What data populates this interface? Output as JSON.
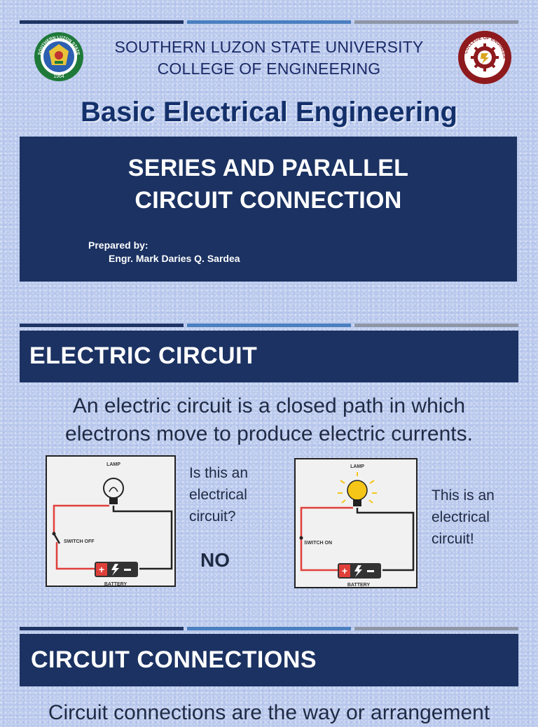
{
  "header": {
    "university": "SOUTHERN LUZON STATE UNIVERSITY",
    "college": "COLLEGE OF ENGINEERING",
    "course": "Basic Electrical Engineering",
    "left_logo_text": "SOUTHERN LUZON STATE UNIVERSITY",
    "left_logo_year": "1964",
    "right_logo_text": "COLLEGE OF ENGINEERING"
  },
  "title_slide": {
    "title_line1": "SERIES AND PARALLEL",
    "title_line2": "CIRCUIT CONNECTION",
    "prepared_by_label": "Prepared by:",
    "author": "Engr. Mark Daries Q. Sardea"
  },
  "slide2": {
    "heading": "ELECTRIC CIRCUIT",
    "body_line1": "An electric circuit is a closed path in which",
    "body_line2": "electrons move to produce electric currents.",
    "diagram_off": {
      "lamp": "LAMP",
      "switch": "SWITCH OFF",
      "battery": "BATTERY"
    },
    "diagram_on": {
      "lamp": "LAMP",
      "switch": "SWITCH ON",
      "battery": "BATTERY"
    },
    "question": [
      "Is this an",
      "electrical",
      "circuit?"
    ],
    "answer": "NO",
    "statement": [
      "This is an",
      "electrical",
      "circuit!"
    ]
  },
  "slide3": {
    "heading": "CIRCUIT CONNECTIONS",
    "body_partial": "Circuit connections are the way or arrangement"
  },
  "colors": {
    "navy": "#1b3262",
    "stripe_mid": "#4a7fc0",
    "stripe_grey": "#8e96a6",
    "wire_red": "#e0403a",
    "bulb_on": "#f5c518"
  }
}
